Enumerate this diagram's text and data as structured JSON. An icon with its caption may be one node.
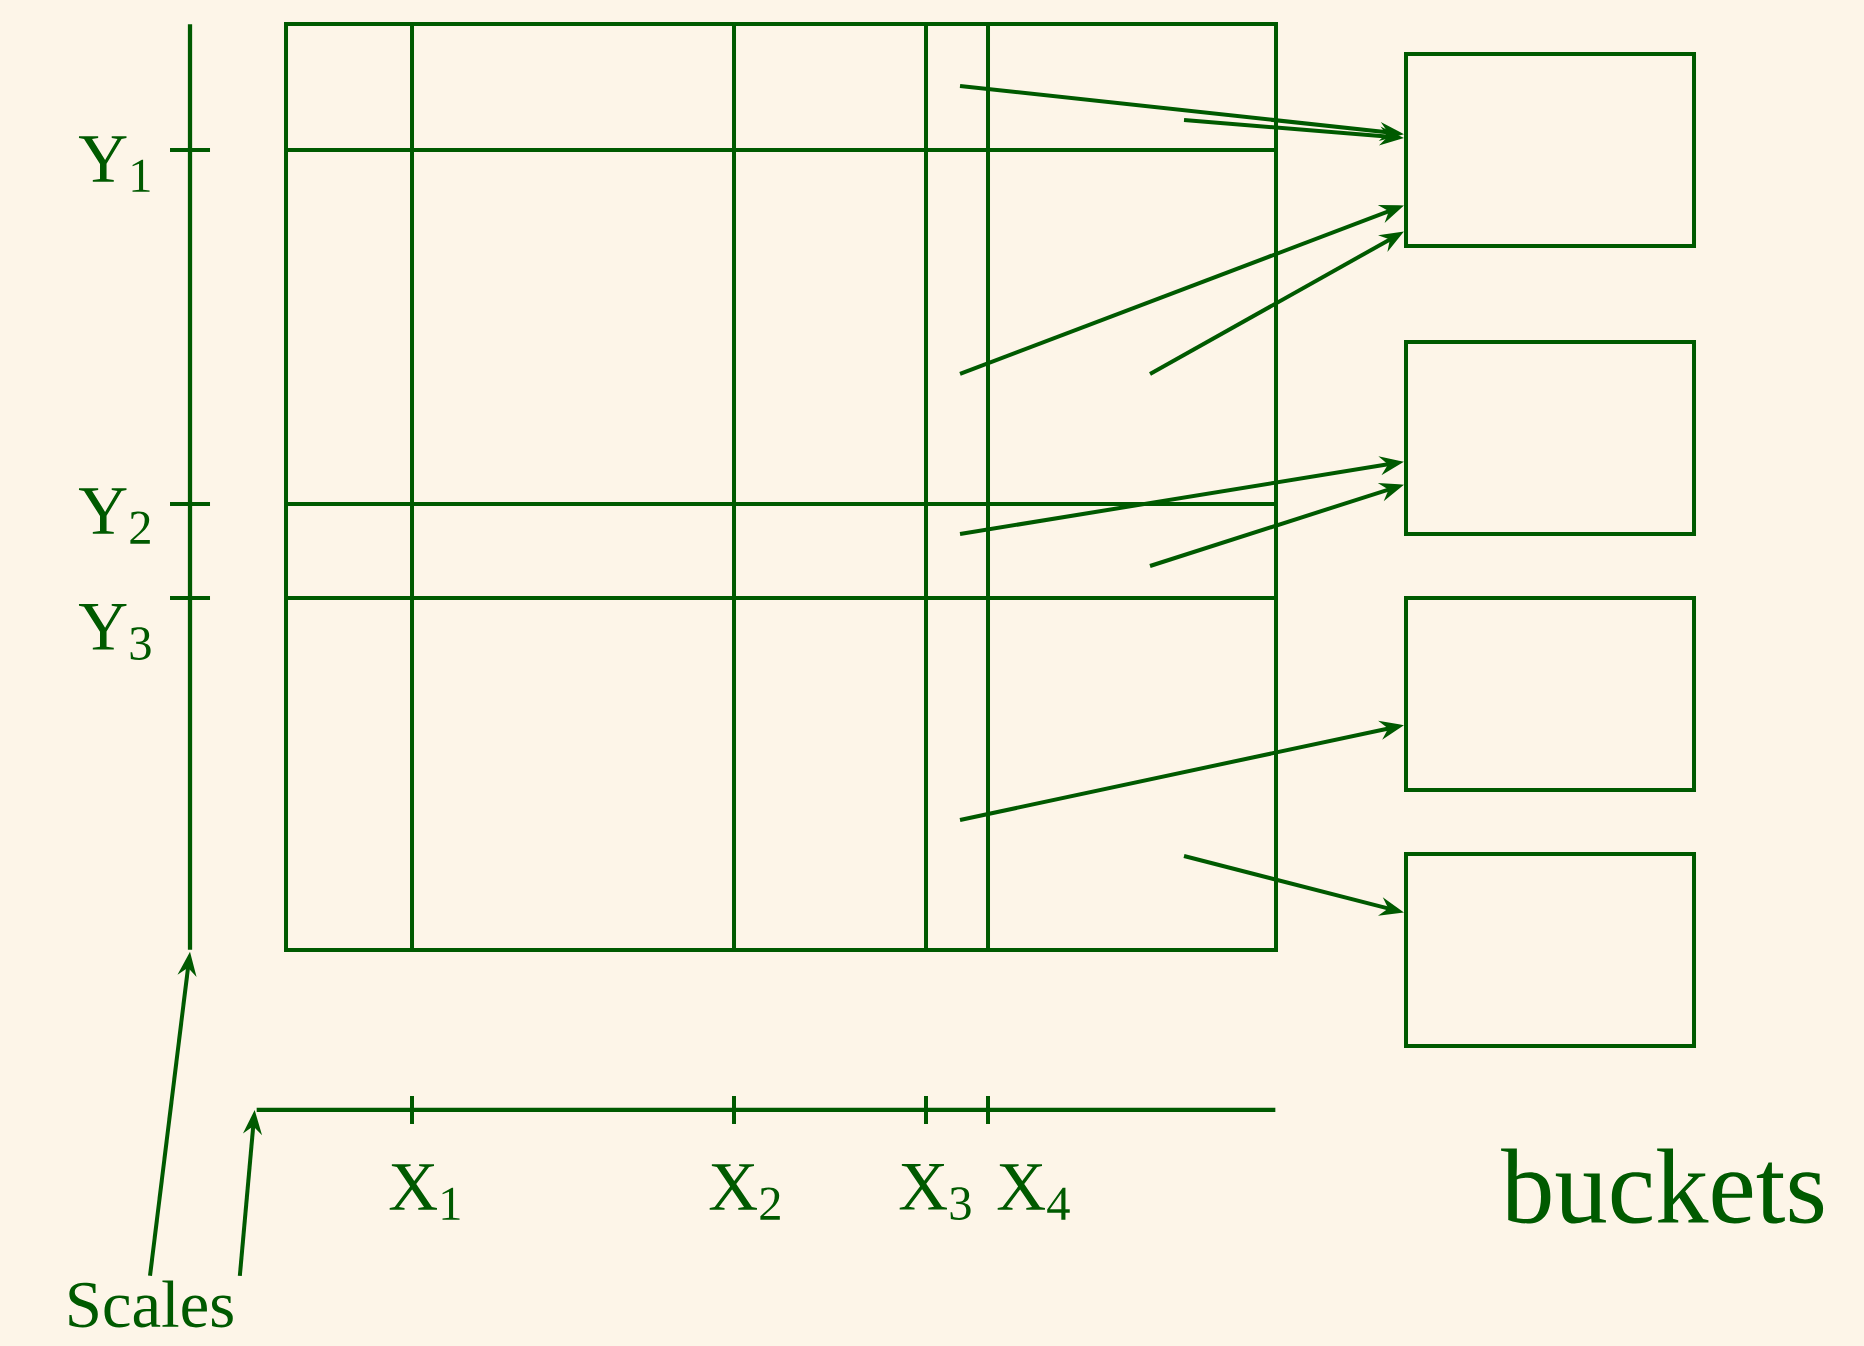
{
  "diagram": {
    "nodes": [
      {
        "text": [],
        "shape": "box"
      },
      {
        "text": [],
        "shape": "box"
      },
      {
        "text": [],
        "shape": "box"
      },
      {
        "text": [],
        "shape": "box"
      },
      {
        "text": [
          "Scales"
        ]
      },
      {
        "text": [],
        "shape": "line"
      },
      {
        "text": [],
        "shape": "line"
      }
    ],
    "edges": [
      {
        "from": null,
        "to": 0,
        "arrow": "to"
      },
      {
        "from": null,
        "to": 0,
        "arrow": "to"
      },
      {
        "from": null,
        "to": 0,
        "arrow": "to"
      },
      {
        "from": null,
        "to": 0,
        "arrow": "to"
      },
      {
        "from": null,
        "to": 1,
        "arrow": "to"
      },
      {
        "from": null,
        "to": 1,
        "arrow": "to"
      },
      {
        "from": null,
        "to": 2,
        "arrow": "to"
      },
      {
        "from": null,
        "to": 3,
        "arrow": "to"
      },
      {
        "from": 4,
        "to": 5,
        "arrow": "to"
      },
      {
        "from": 4,
        "to": 6,
        "arrow": "to"
      }
    ],
    "labels": [
      "Y$_{1}$",
      "Y$_{2}$",
      "Y$_{3}$",
      "X$_{1}$",
      "X$_{2}$",
      "X$_{3}$",
      "X$_{4}$",
      "buckets"
    ]
  }
}
